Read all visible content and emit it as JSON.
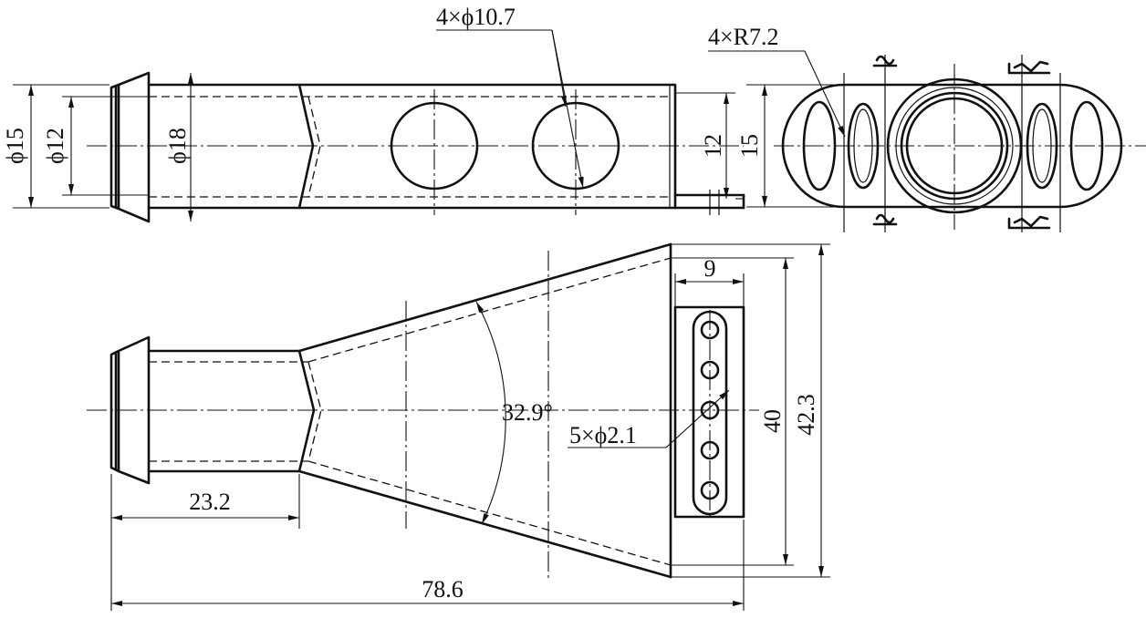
{
  "top_view": {
    "dims": {
      "d15": "ϕ15",
      "d12": "ϕ12",
      "d18": "ϕ18",
      "hole_callout": "4×ϕ10.7",
      "width12": "12"
    }
  },
  "end_view": {
    "dims": {
      "radius_callout": "4×R7.2",
      "width15": "15"
    }
  },
  "front_view": {
    "dims": {
      "angle": "32.9°",
      "holes": "5×ϕ2.1",
      "plate_width": "9",
      "span40": "40",
      "span42": "42.3",
      "len23": "23.2",
      "len78": "78.6"
    }
  }
}
